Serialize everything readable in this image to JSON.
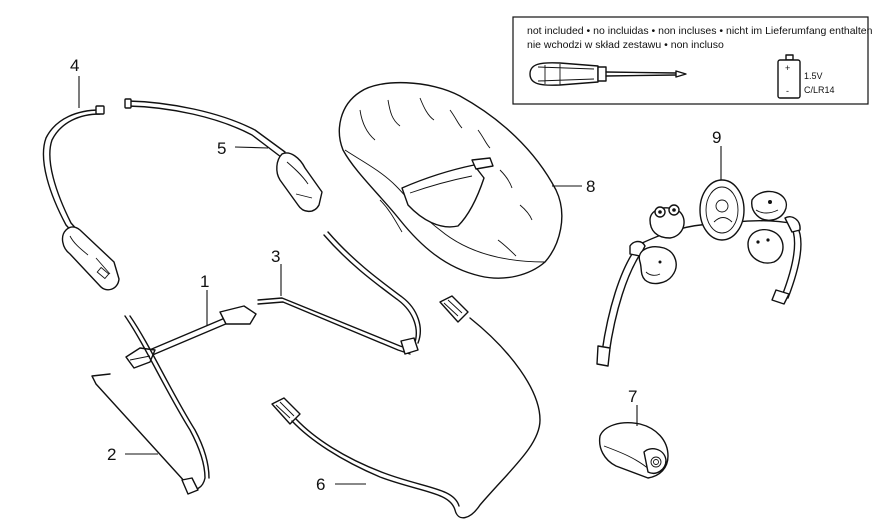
{
  "not_included_box": {
    "line1": "not included • no incluidas • non incluses • nicht im Lieferumfang enthalten",
    "line2": "nie wchodzi w skład zestawu • non incluso",
    "battery_plus": "+",
    "battery_minus": "-",
    "battery_voltage": "1.5V",
    "battery_type": "C/LR14"
  },
  "callouts": {
    "p1": "1",
    "p2": "2",
    "p3": "3",
    "p4": "4",
    "p5": "5",
    "p6": "6",
    "p7": "7",
    "p8": "8",
    "p9": "9"
  },
  "icons": [
    "screwdriver-icon",
    "battery-icon"
  ]
}
